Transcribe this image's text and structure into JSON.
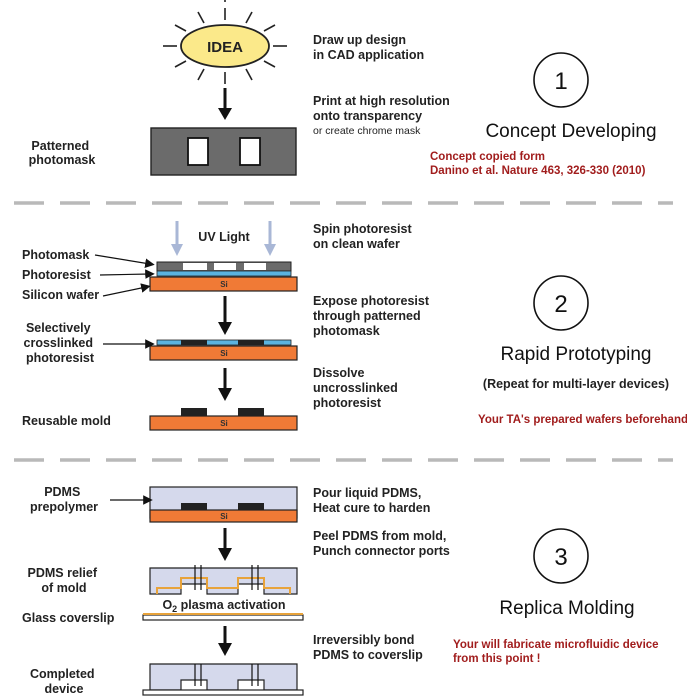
{
  "idea": {
    "label": "IDEA"
  },
  "steps": [
    {
      "number": "1",
      "title": "Concept Developing"
    },
    {
      "number": "2",
      "title": "Rapid Prototyping",
      "subtitle": "(Repeat for multi-layer devices)"
    },
    {
      "number": "3",
      "title": "Replica Molding"
    }
  ],
  "descriptions": {
    "cad": [
      "Draw up design",
      "in CAD application"
    ],
    "print": [
      "Print at high resolution",
      "onto transparency"
    ],
    "chrome": "or create chrome mask",
    "spin": [
      "Spin photoresist",
      "on clean wafer"
    ],
    "expose": [
      "Expose photoresist",
      "through patterned",
      "photomask"
    ],
    "dissolve": [
      "Dissolve",
      "uncrosslinked",
      "photoresist"
    ],
    "pour": [
      "Pour liquid PDMS,",
      "Heat cure to harden"
    ],
    "peel": [
      "Peel PDMS from mold,",
      "Punch connector ports"
    ],
    "bond": [
      "Irreversibly bond",
      "PDMS to coverslip"
    ]
  },
  "labels": {
    "patterned_photomask": [
      "Patterned",
      "photomask"
    ],
    "uv_light": "UV Light",
    "photomask": "Photomask",
    "photoresist": "Photoresist",
    "silicon_wafer": "Silicon wafer",
    "selectively": [
      "Selectively",
      "crosslinked",
      "photoresist"
    ],
    "reusable_mold": "Reusable mold",
    "pdms_prepolymer": [
      "PDMS",
      "prepolymer"
    ],
    "pdms_relief": [
      "PDMS relief",
      "of mold"
    ],
    "o2_plasma": {
      "o": "O",
      "sub": "2",
      "rest": " plasma activation"
    },
    "glass_coverslip": "Glass coverslip",
    "completed_device": [
      "Completed",
      "device"
    ],
    "si": "Si"
  },
  "notes": {
    "concept_credit": [
      "Concept copied form",
      "Danino et al. Nature 463, 326-330 (2010)"
    ],
    "ta_prepared": "Your TA's prepared wafers beforehand",
    "fabricate": [
      "Your will fabricate microfluidic device",
      "from this point !"
    ]
  },
  "colors": {
    "wafer": "#f07a36",
    "photoresist": "#5bb3e0",
    "mask": "#6b6b6b",
    "pdms": "#d5d9ec",
    "uv": "#a9b7d6",
    "idea_bulb": "#fbe98a",
    "divider": "#b9b9b9",
    "note_red": "#a11d1d",
    "glass": "#e8a33b"
  }
}
